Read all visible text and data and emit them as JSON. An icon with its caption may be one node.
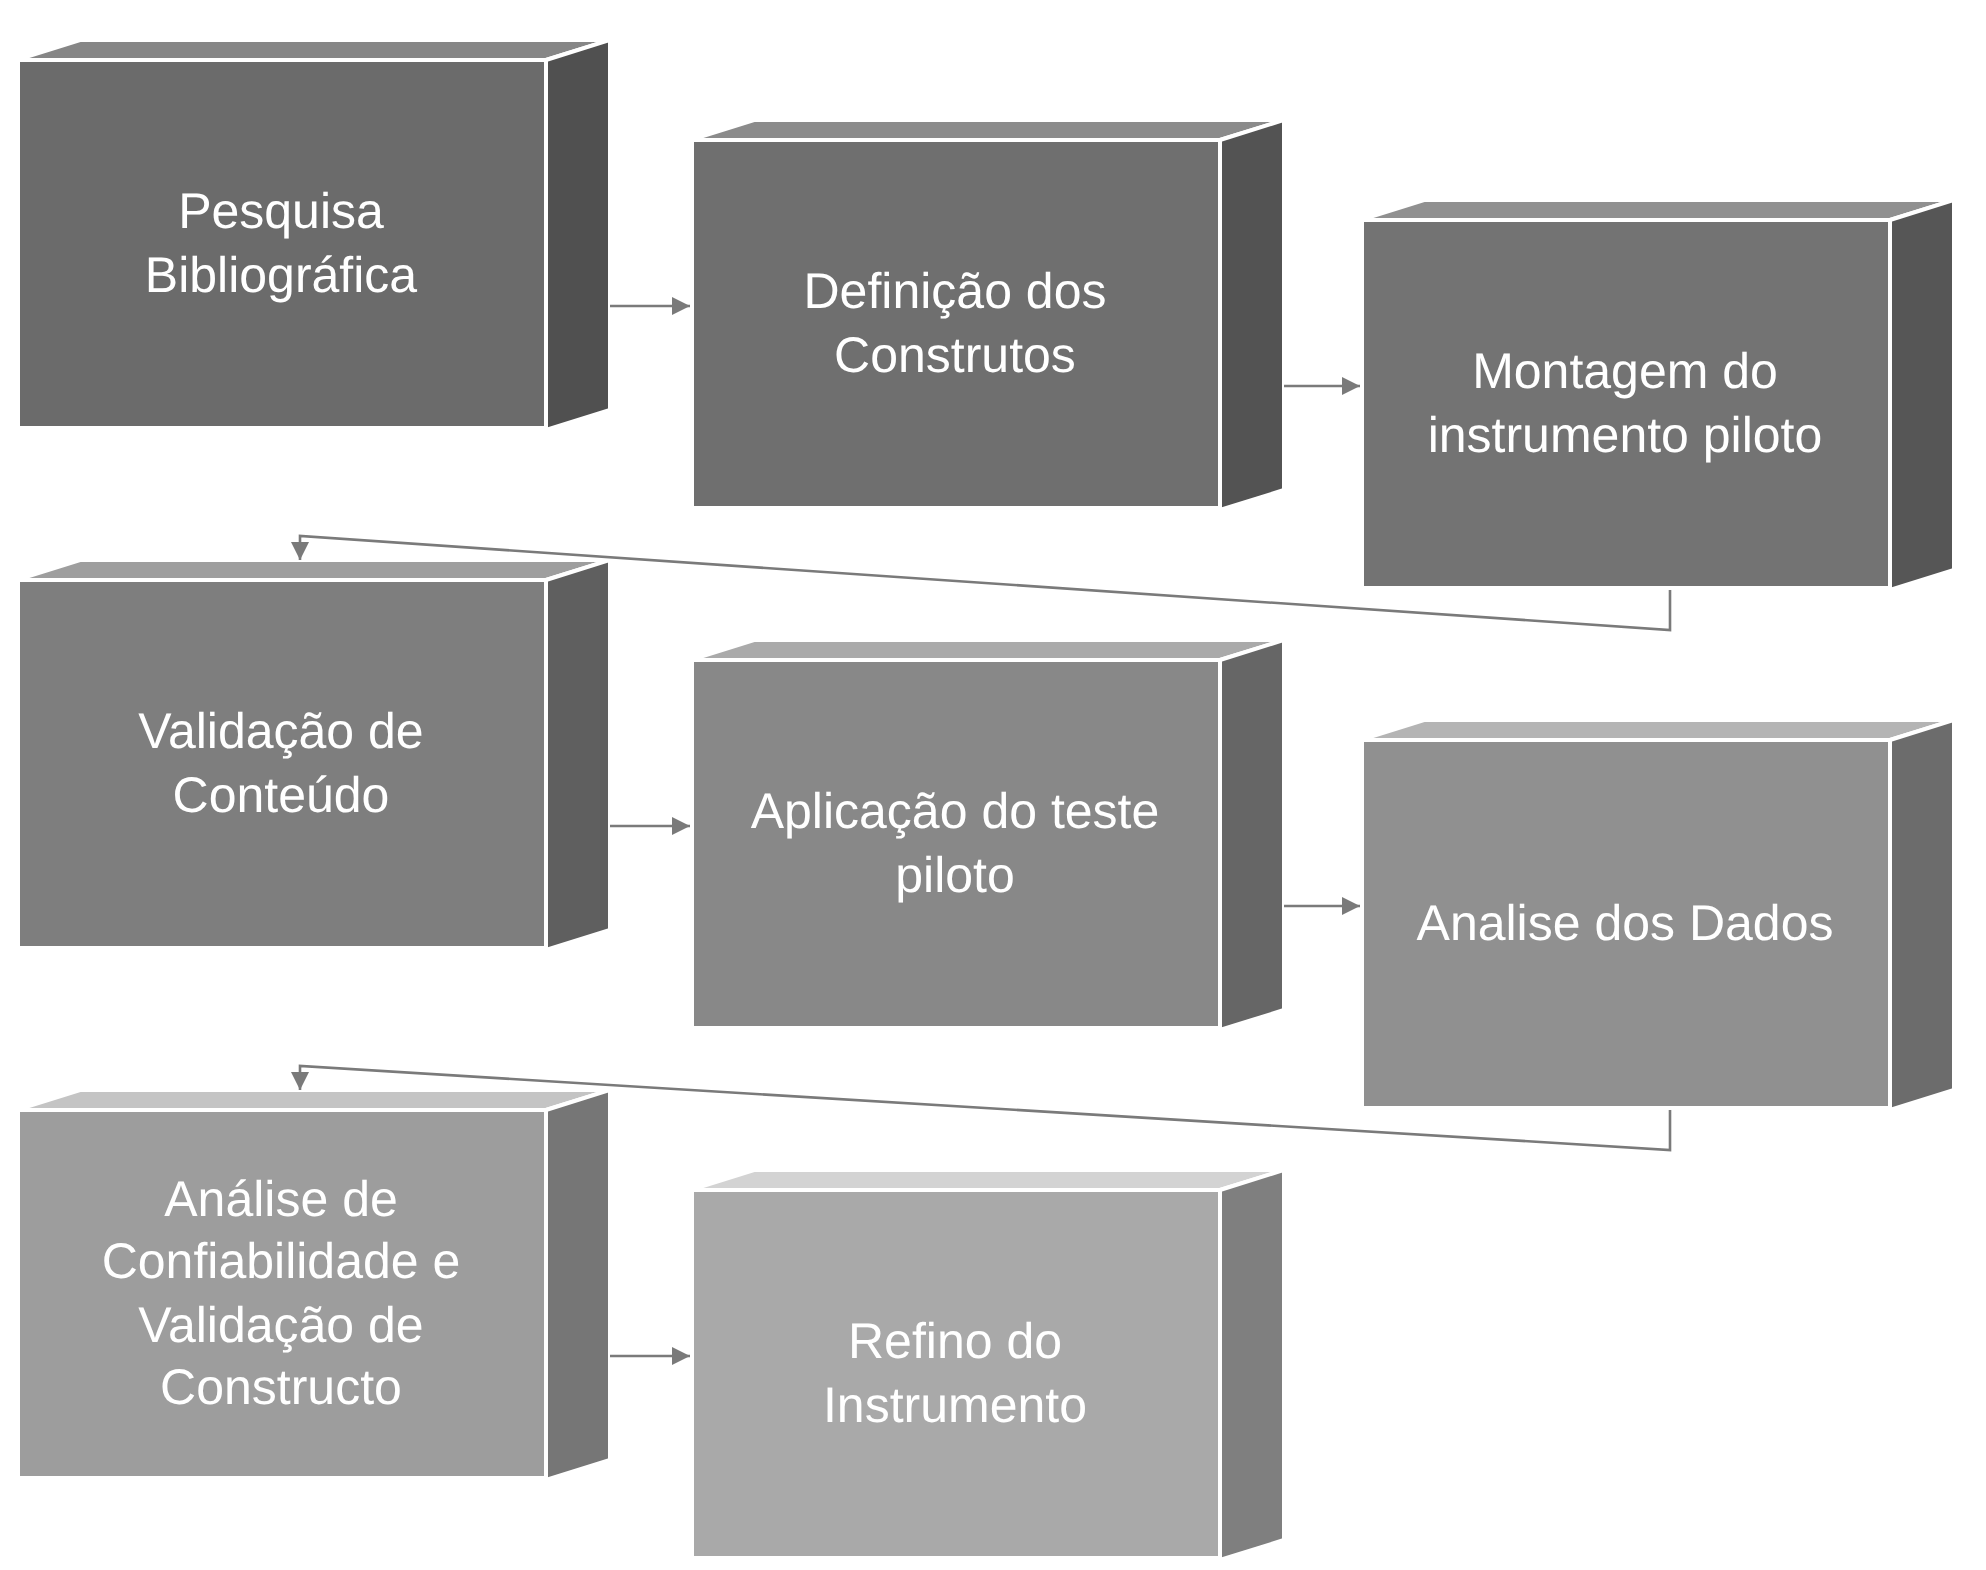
{
  "diagram": {
    "nodes": [
      {
        "text": [
          "Pesquisa Bibliográfica"
        ]
      },
      {
        "text": [
          "Definição dos Construtos"
        ]
      },
      {
        "text": [
          "Montagem do instrumento piloto"
        ]
      },
      {
        "text": [
          "Validação de Conteúdo"
        ]
      },
      {
        "text": [
          "Aplicação do teste piloto"
        ]
      },
      {
        "text": [
          "Analise dos Dados"
        ]
      },
      {
        "text": [
          "Análise de Confiabilidade e Validação de Constructo"
        ]
      },
      {
        "text": [
          "Refino do Instrumento"
        ]
      }
    ],
    "edges": [
      {
        "from": 0,
        "to": 1,
        "arrow": "to"
      },
      {
        "from": 1,
        "to": 2,
        "arrow": "to"
      },
      {
        "from": 2,
        "to": 3,
        "arrow": "to"
      },
      {
        "from": 3,
        "to": 4,
        "arrow": "to"
      },
      {
        "from": 4,
        "to": 5,
        "arrow": "to"
      },
      {
        "from": 5,
        "to": 6,
        "arrow": "to"
      },
      {
        "from": 6,
        "to": 7,
        "arrow": "to"
      }
    ]
  }
}
